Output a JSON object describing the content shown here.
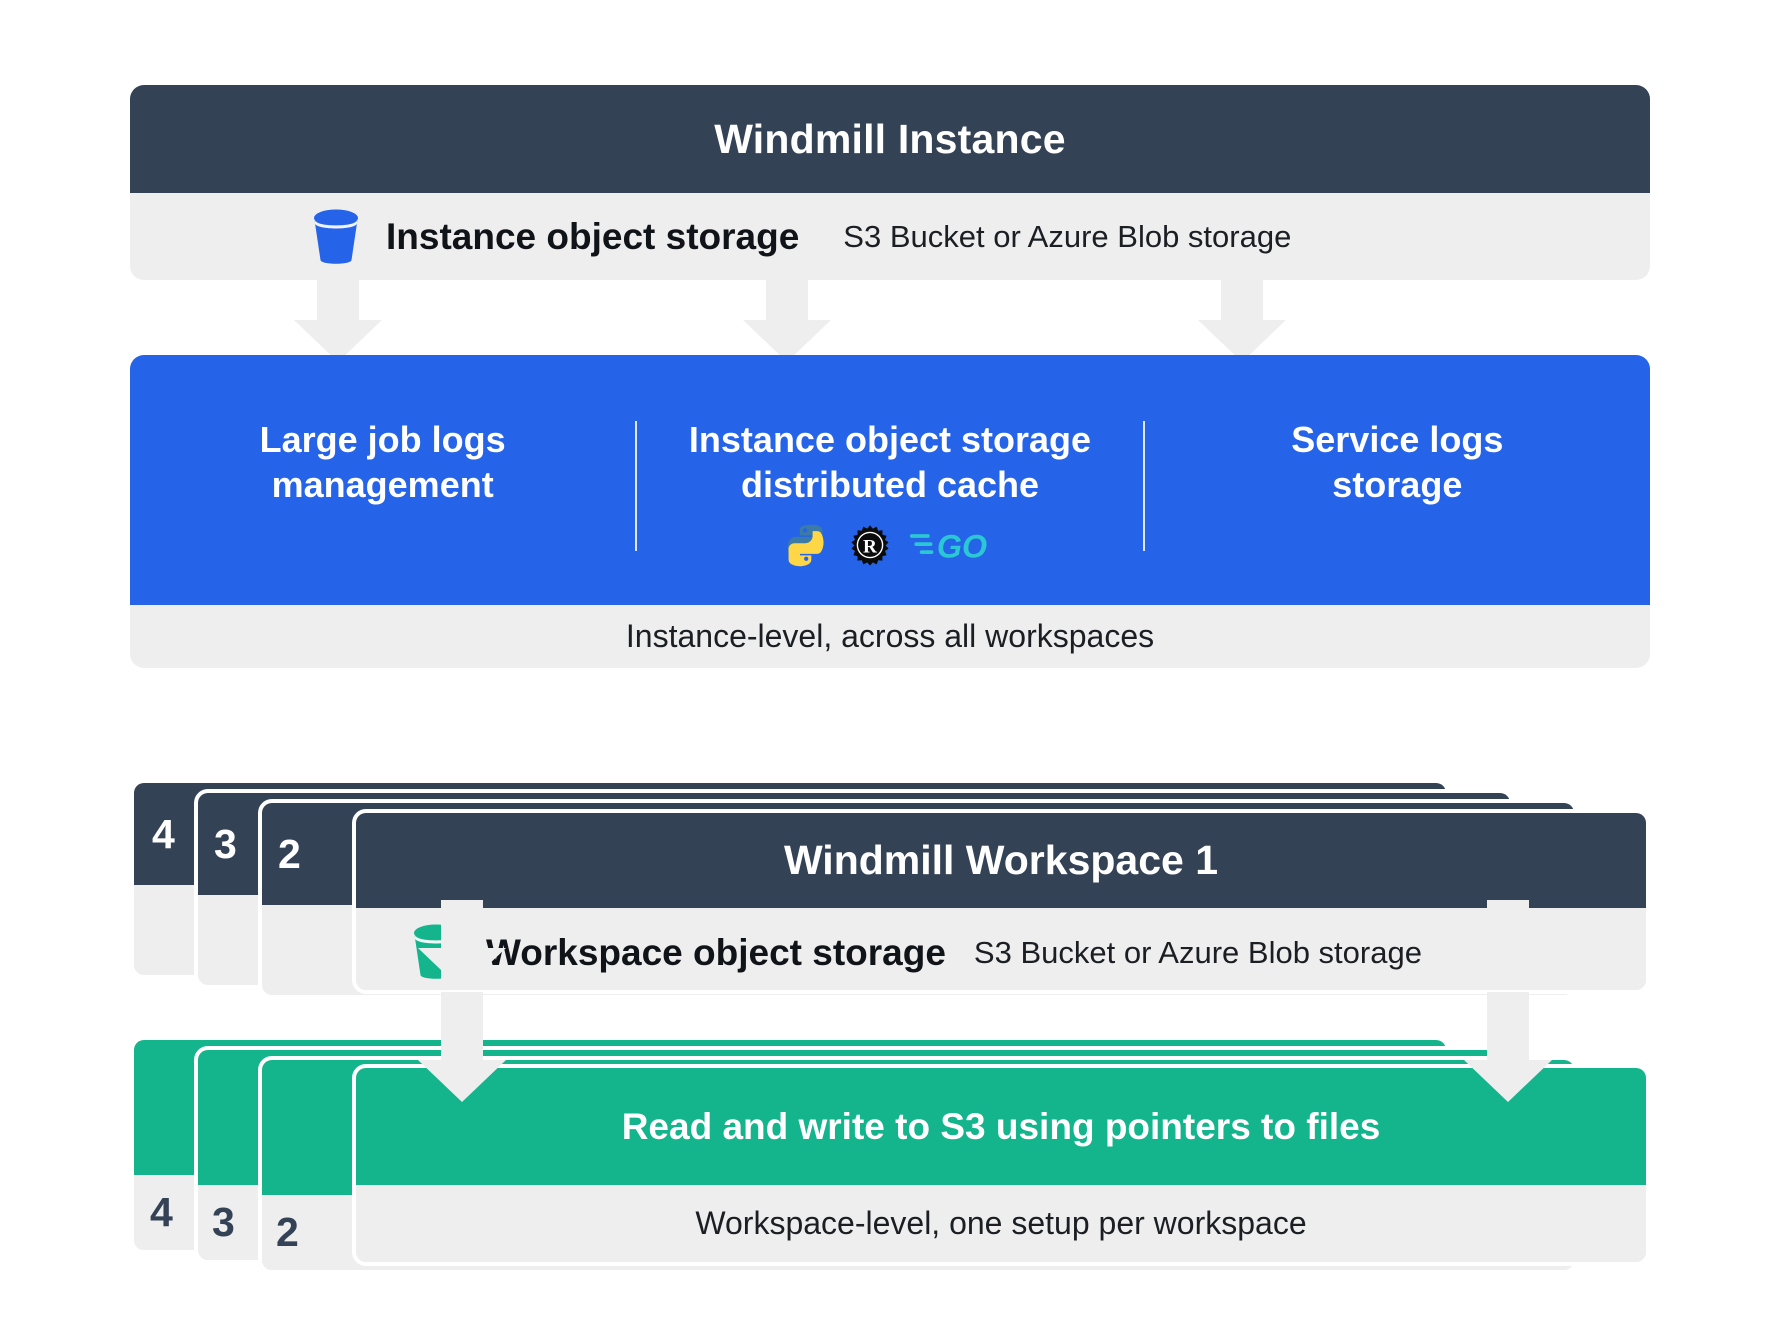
{
  "instance": {
    "title": "Windmill Instance",
    "storage_label": "Instance object storage",
    "storage_detail": "S3 Bucket or Azure Blob storage",
    "bucket_icon": "bucket-icon",
    "bucket_color": "#2563e8"
  },
  "instance_panel": {
    "columns": [
      {
        "label": "Large job logs\nmanagement",
        "line1": "Large job logs",
        "line2": "management"
      },
      {
        "label": "Instance object storage\ndistributed cache",
        "line1": "Instance object storage",
        "line2": "distributed cache"
      },
      {
        "label": "Service logs\nstorage",
        "line1": "Service logs",
        "line2": "storage"
      }
    ],
    "languages": [
      {
        "name": "python-icon",
        "label": "Python"
      },
      {
        "name": "rust-icon",
        "label": "Rust"
      },
      {
        "name": "go-icon",
        "label": "Go"
      }
    ],
    "caption": "Instance-level, across all workspaces",
    "panel_color": "#2563e8"
  },
  "workspace": {
    "stack_numbers": [
      "4",
      "3",
      "2"
    ],
    "title": "Windmill Workspace 1",
    "storage_label": "Workspace object storage",
    "storage_detail": "S3 Bucket or Azure Blob storage",
    "bucket_icon": "bucket-icon",
    "bucket_color": "#14b48c"
  },
  "workspace_panel": {
    "stack_numbers": [
      "4",
      "3",
      "2"
    ],
    "title": "Read and write to S3 using pointers to files",
    "caption": "Workspace-level, one setup per workspace",
    "panel_color": "#14b48c"
  },
  "colors": {
    "navy": "#344256",
    "light_gray": "#eeeeee",
    "blue": "#2563e8",
    "green": "#14b48c",
    "white": "#ffffff",
    "text_dark": "#1b1f24"
  }
}
